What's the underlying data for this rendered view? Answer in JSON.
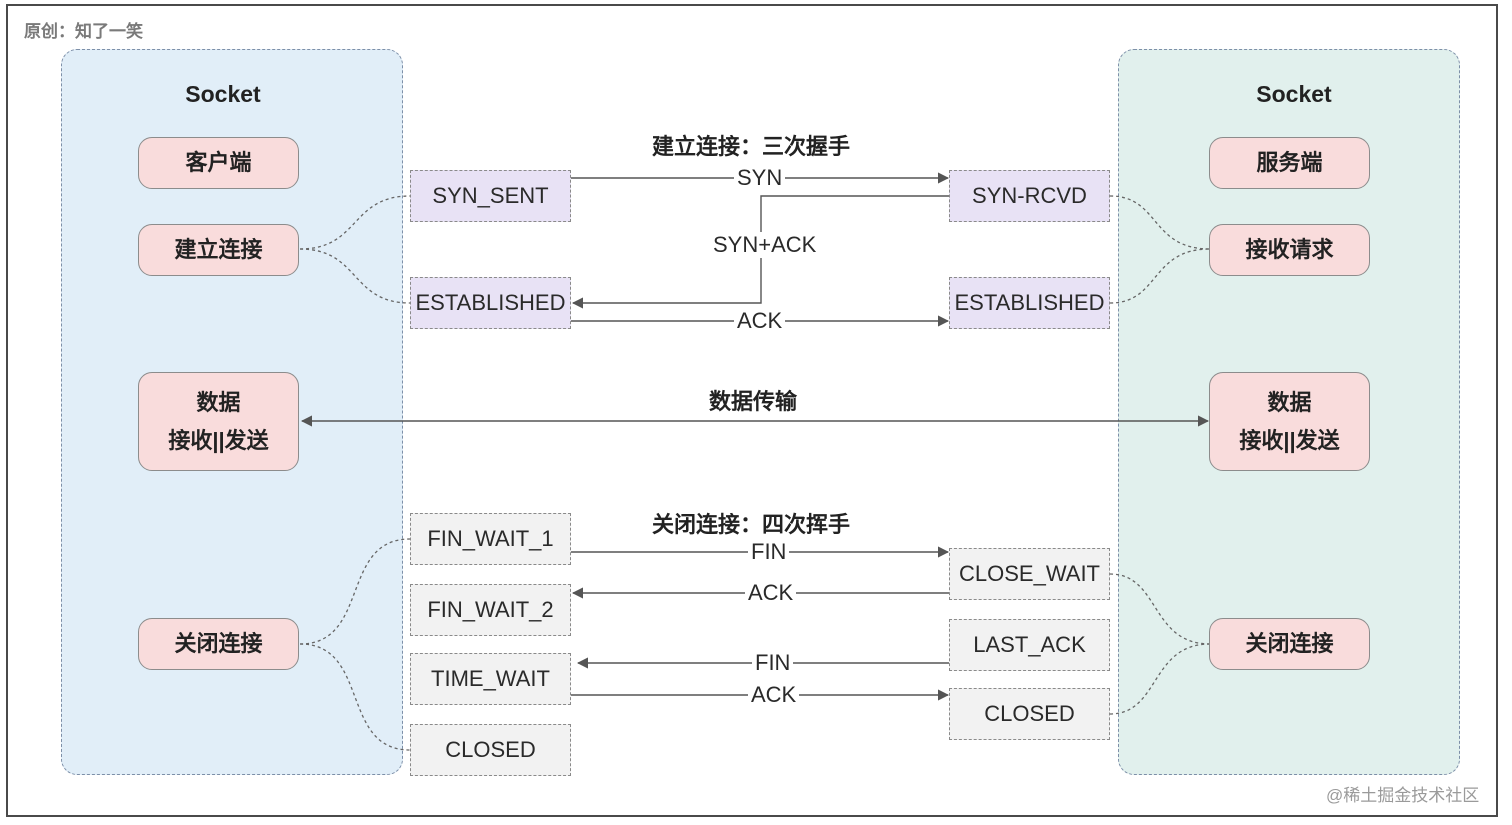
{
  "header": {
    "origin": "原创：知了一笑"
  },
  "watermark": "@稀土掘金技术社区",
  "client": {
    "title": "Socket",
    "role": "客户端",
    "establish": "建立连接",
    "data_line1": "数据",
    "data_line2": "接收||发送",
    "close": "关闭连接"
  },
  "server": {
    "title": "Socket",
    "role": "服务端",
    "accept": "接收请求",
    "data_line1": "数据",
    "data_line2": "接收||发送",
    "close": "关闭连接"
  },
  "handshake": {
    "title": "建立连接：三次握手",
    "client_states": [
      "SYN_SENT",
      "ESTABLISHED"
    ],
    "server_states": [
      "SYN-RCVD",
      "ESTABLISHED"
    ],
    "messages": [
      "SYN",
      "SYN+ACK",
      "ACK"
    ]
  },
  "transfer": {
    "title": "数据传输"
  },
  "wave": {
    "title": "关闭连接：四次挥手",
    "client_states": [
      "FIN_WAIT_1",
      "FIN_WAIT_2",
      "TIME_WAIT",
      "CLOSED"
    ],
    "server_states": [
      "CLOSE_WAIT",
      "LAST_ACK",
      "CLOSED"
    ],
    "messages": [
      "FIN",
      "ACK",
      "FIN",
      "ACK"
    ]
  },
  "colors": {
    "client_panel": "#e1eef8",
    "server_panel": "#e1f0ed",
    "pill": "#f9dcdc",
    "handshake_state": "#e8e2f5",
    "wave_state": "#f2f2f2"
  }
}
